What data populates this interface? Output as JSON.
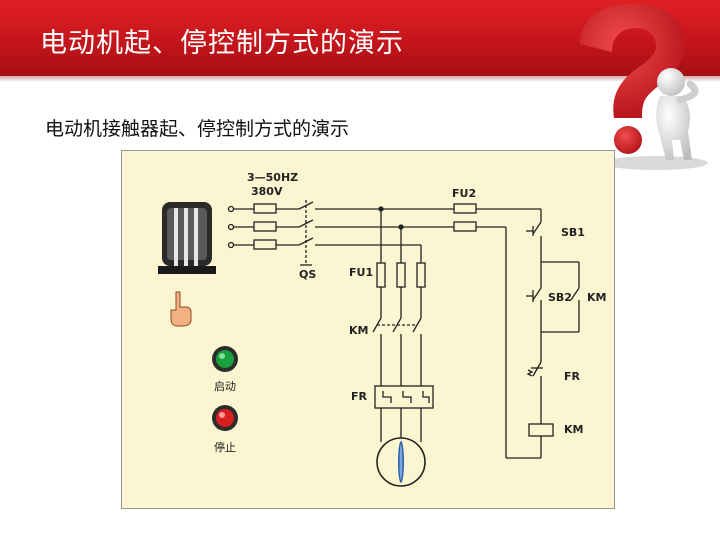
{
  "header": {
    "title": "电动机起、停控制方式的演示"
  },
  "subtitle": "电动机接触器起、停控制方式的演示",
  "diagram": {
    "panel_color": "#fbf6d1",
    "line_color": "#222222",
    "labels": {
      "supply_freq": "3—50HZ",
      "supply_voltage": "380V",
      "qs": "QS",
      "fu1": "FU1",
      "fu2": "FU2",
      "km_main": "KM",
      "fr_main": "FR",
      "sb1": "SB1",
      "sb2": "SB2",
      "km_aux": "KM",
      "fr_aux": "FR",
      "km_coil": "KM"
    },
    "buttons": {
      "start_label": "启动",
      "stop_label": "停止",
      "start_color": "#1aa03a",
      "stop_color": "#d81e1e"
    }
  }
}
